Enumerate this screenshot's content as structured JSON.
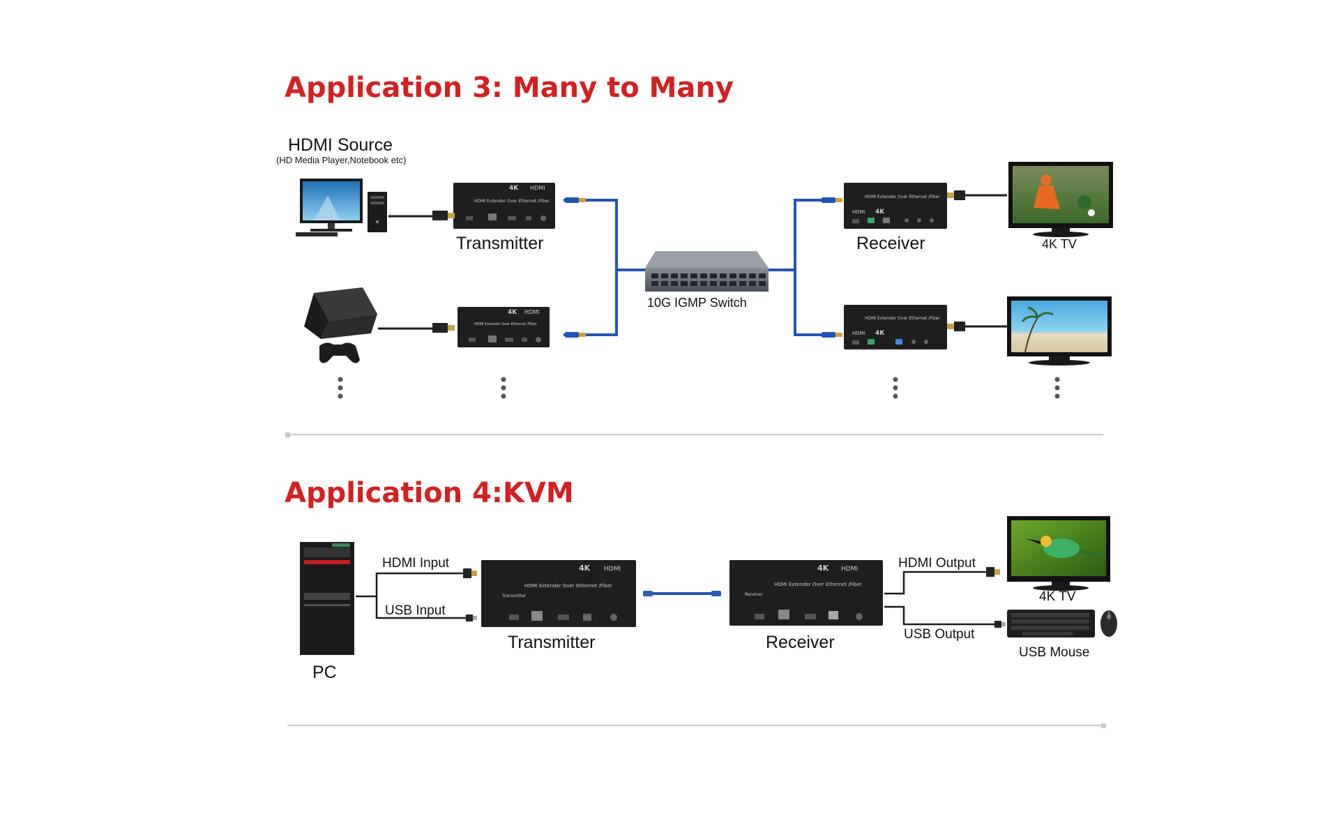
{
  "colors": {
    "title": "#d42020",
    "cable": "#1f56b8",
    "device": "#1e1e1e",
    "divider": "#c9c9c9"
  },
  "app3": {
    "title": "Application 3: Many to Many",
    "hdmi_source": "HDMI Source",
    "hdmi_source_note": "(HD Media Player,Notebook etc)",
    "transmitter": "Transmitter",
    "switch": "10G IGMP Switch",
    "receiver": "Receiver",
    "tv": "4K TV"
  },
  "app4": {
    "title": "Application 4:KVM",
    "pc": "PC",
    "hdmi_input": "HDMI Input",
    "usb_input": "USB Input",
    "transmitter": "Transmitter",
    "receiver": "Receiver",
    "hdmi_output": "HDMI Output",
    "usb_output": "USB Output",
    "tv": "4K TV",
    "usb_mouse": "USB Mouse"
  },
  "device_text": {
    "badge_4k": "4K",
    "hdmi_logo": "HDMI",
    "tx_name": "HDMI Extender Over Ethernet /Fiber",
    "tx_sub": "Transmitter",
    "rx_sub": "Receiver"
  },
  "icons": [
    "desktop-monitor-icon",
    "pc-tower-icon",
    "game-console-icon",
    "gamepad-icon",
    "network-switch-icon",
    "tv-icon",
    "keyboard-icon",
    "mouse-icon"
  ]
}
